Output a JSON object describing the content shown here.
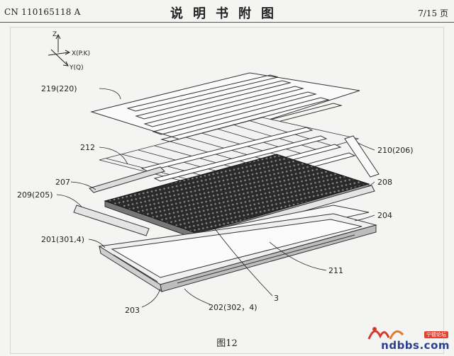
{
  "header": {
    "doc_number": "CN 110165118 A",
    "title": "说明书附图",
    "page": "7/15 页"
  },
  "axes": {
    "z": "Z",
    "x": "X(P.K)",
    "y": "Y(Q)"
  },
  "callouts": [
    {
      "id": "219",
      "text": "219(220)"
    },
    {
      "id": "212",
      "text": "212"
    },
    {
      "id": "210",
      "text": "210(206)"
    },
    {
      "id": "207",
      "text": "207"
    },
    {
      "id": "208",
      "text": "208"
    },
    {
      "id": "209",
      "text": "209(205)"
    },
    {
      "id": "204",
      "text": "204"
    },
    {
      "id": "201",
      "text": "201(301,4)"
    },
    {
      "id": "211",
      "text": "211"
    },
    {
      "id": "3",
      "text": "3"
    },
    {
      "id": "203",
      "text": "203"
    },
    {
      "id": "202",
      "text": "202(302，4)"
    }
  ],
  "caption": "图12",
  "watermark": {
    "site": "ndbbs.com",
    "tag": "宁德论坛"
  }
}
